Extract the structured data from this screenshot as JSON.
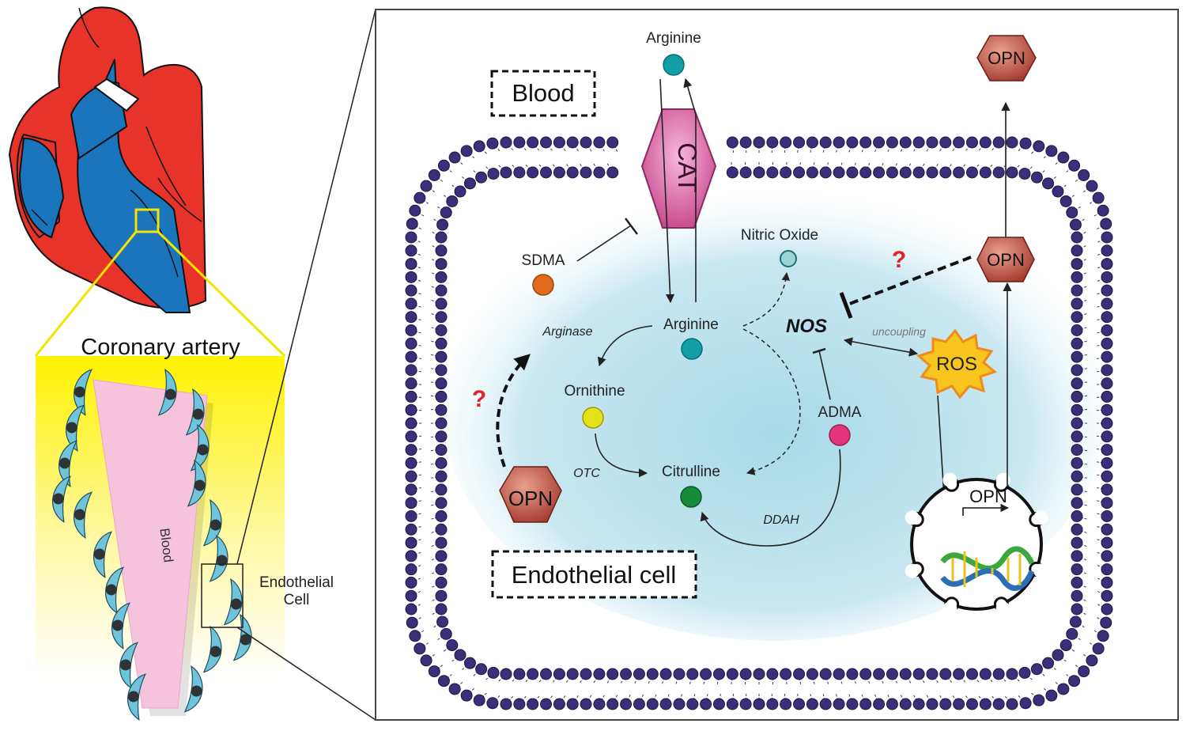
{
  "left_panel": {
    "coronary_artery": "Coronary artery",
    "blood_vessel_label": "Blood",
    "endothelial_line1": "Endothelial",
    "endothelial_line2": "Cell"
  },
  "cell_panel": {
    "blood_box": "Blood",
    "endothelial_box": "Endothelial cell",
    "transporter": "CAT",
    "arginine_outside": "Arginine",
    "arginine_inside": "Arginine",
    "nitric_oxide": "Nitric Oxide",
    "sdma": "SDMA",
    "arginase": "Arginase",
    "ornithine": "Ornithine",
    "otc": "OTC",
    "citrulline": "Citrulline",
    "nos": "NOS",
    "uncoupling": "uncoupling",
    "ros": "ROS",
    "adma": "ADMA",
    "ddah": "DDAH",
    "opn_cyto": "OPN",
    "opn_membrane": "OPN",
    "opn_secreted": "OPN",
    "opn_gene": "OPN",
    "question_mark_1": "?",
    "question_mark_2": "?"
  },
  "colors": {
    "heart_red": "#e8332a",
    "heart_blue": "#1b75bc",
    "membrane_head": "#3b2f7a",
    "cytoplasm": "#bfe3ee",
    "cat": "#d9579f",
    "opn": "#c0564a",
    "ros": "#f7c51e",
    "arginine": "#129ea6",
    "sdma": "#e06a1e",
    "ornithine": "#e3e21b",
    "citrulline": "#188a3b",
    "adma": "#e4347a",
    "nitric_oxide": "#9bd4d6",
    "question": "#e32227"
  }
}
